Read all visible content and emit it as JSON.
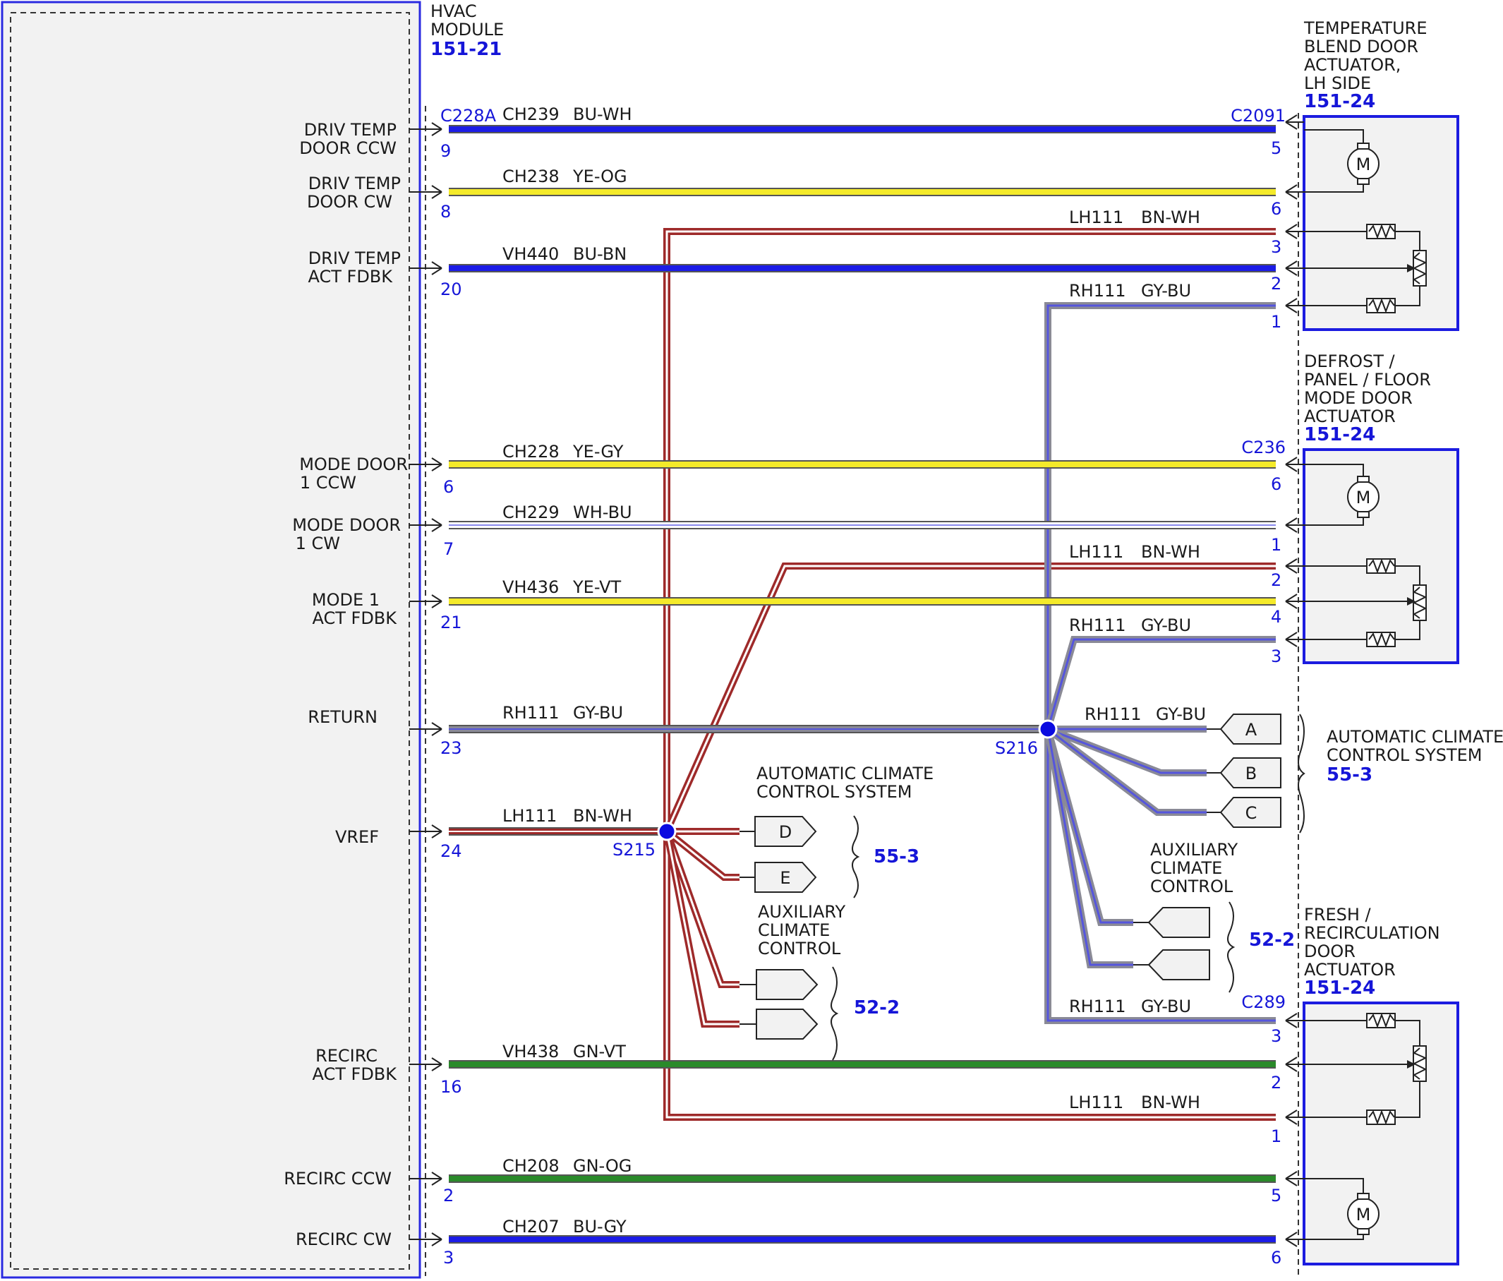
{
  "hvac_module": {
    "name_lines": [
      "HVAC",
      "MODULE"
    ],
    "ref": "151-21",
    "connector": "C228A",
    "pins": [
      {
        "label_lines": [
          "DRIV TEMP",
          "DOOR CCW"
        ],
        "pin": "9"
      },
      {
        "label_lines": [
          "DRIV TEMP",
          "DOOR CW"
        ],
        "pin": "8"
      },
      {
        "label_lines": [
          "DRIV TEMP",
          "ACT FDBK"
        ],
        "pin": "20"
      },
      {
        "label_lines": [
          "MODE DOOR",
          "1 CCW"
        ],
        "pin": "6"
      },
      {
        "label_lines": [
          "MODE DOOR",
          "1 CW"
        ],
        "pin": "7"
      },
      {
        "label_lines": [
          "MODE 1",
          "ACT FDBK"
        ],
        "pin": "21"
      },
      {
        "label_lines": [
          "RETURN"
        ],
        "pin": "23"
      },
      {
        "label_lines": [
          "VREF"
        ],
        "pin": "24"
      },
      {
        "label_lines": [
          "RECIRC",
          "ACT FDBK"
        ],
        "pin": "16"
      },
      {
        "label_lines": [
          "RECIRC CCW"
        ],
        "pin": "2"
      },
      {
        "label_lines": [
          "RECIRC CW"
        ],
        "pin": "3"
      }
    ]
  },
  "wires": [
    {
      "circuit": "CH239",
      "color_code": "BU-WH",
      "wire_color": "#1c1ce6",
      "stripe": "#1c1ce6",
      "from_pin": "9",
      "to_pin": "5"
    },
    {
      "circuit": "CH238",
      "color_code": "YE-OG",
      "wire_color": "#f4ea2a",
      "stripe": "#f4ea2a",
      "from_pin": "8",
      "to_pin": "6"
    },
    {
      "circuit": "VH440",
      "color_code": "BU-BN",
      "wire_color": "#1c1ce6",
      "stripe": "#1c1ce6",
      "from_pin": "20",
      "to_pin": "2"
    },
    {
      "circuit": "CH228",
      "color_code": "YE-GY",
      "wire_color": "#f4ea2a",
      "stripe": "#f4ea2a",
      "from_pin": "6",
      "to_pin": "6"
    },
    {
      "circuit": "CH229",
      "color_code": "WH-BU",
      "wire_color": "#ffffff",
      "stripe": "#8888ee",
      "from_pin": "7",
      "to_pin": "1"
    },
    {
      "circuit": "VH436",
      "color_code": "YE-VT",
      "wire_color": "#f4ea2a",
      "stripe": "#f4ea2a",
      "from_pin": "21",
      "to_pin": "4"
    },
    {
      "circuit": "RH111",
      "color_code": "GY-BU",
      "wire_color": "#8a8a96",
      "stripe": "#5555dd",
      "from_pin": "23",
      "to_pin": ""
    },
    {
      "circuit": "LH111",
      "color_code": "BN-WH",
      "wire_color": "#9e2a2a",
      "stripe": "#ffffff",
      "from_pin": "24",
      "to_pin": ""
    },
    {
      "circuit": "VH438",
      "color_code": "GN-VT",
      "wire_color": "#2a8a2a",
      "stripe": "#2a8a2a",
      "from_pin": "16",
      "to_pin": "2"
    },
    {
      "circuit": "CH208",
      "color_code": "GN-OG",
      "wire_color": "#2a8a2a",
      "stripe": "#2a8a2a",
      "from_pin": "2",
      "to_pin": "5"
    },
    {
      "circuit": "CH207",
      "color_code": "BU-GY",
      "wire_color": "#1c1ce6",
      "stripe": "#1c1ce6",
      "from_pin": "3",
      "to_pin": "6"
    }
  ],
  "branch_labels": [
    {
      "circuit": "LH111",
      "color_code": "BN-WH",
      "to_pin": "3"
    },
    {
      "circuit": "RH111",
      "color_code": "GY-BU",
      "to_pin": "1"
    },
    {
      "circuit": "LH111",
      "color_code": "BN-WH",
      "to_pin": "2"
    },
    {
      "circuit": "RH111",
      "color_code": "GY-BU",
      "to_pin": "3"
    },
    {
      "circuit": "RH111",
      "color_code": "GY-BU",
      "to_pin": ""
    },
    {
      "circuit": "RH111",
      "color_code": "GY-BU",
      "to_pin": "3"
    },
    {
      "circuit": "LH111",
      "color_code": "BN-WH",
      "to_pin": "1"
    }
  ],
  "splices": [
    {
      "id": "S215"
    },
    {
      "id": "S216"
    }
  ],
  "actuators": [
    {
      "name_lines": [
        "TEMPERATURE",
        "BLEND DOOR",
        "ACTUATOR,",
        "LH SIDE"
      ],
      "ref": "151-24",
      "connector": "C2091"
    },
    {
      "name_lines": [
        "DEFROST /",
        "PANEL / FLOOR",
        "MODE DOOR",
        "ACTUATOR"
      ],
      "ref": "151-24",
      "connector": "C236"
    },
    {
      "name_lines": [
        "FRESH /",
        "RECIRCULATION",
        "DOOR",
        "ACTUATOR"
      ],
      "ref": "151-24",
      "connector": "C289"
    }
  ],
  "motor_symbol": "M",
  "system_refs": [
    {
      "name_lines": [
        "AUTOMATIC CLIMATE",
        "CONTROL SYSTEM"
      ],
      "ref": "55-3",
      "connectors": [
        "A",
        "B",
        "C"
      ]
    },
    {
      "name_lines": [
        "AUTOMATIC CLIMATE",
        "CONTROL SYSTEM"
      ],
      "ref": "55-3",
      "connectors": [
        "D",
        "E"
      ]
    },
    {
      "name_lines": [
        "AUXILIARY",
        "CLIMATE",
        "CONTROL"
      ],
      "ref": "52-2",
      "connectors": [
        "",
        ""
      ]
    },
    {
      "name_lines": [
        "AUXILIARY",
        "CLIMATE",
        "CONTROL"
      ],
      "ref": "52-2",
      "connectors": [
        "",
        ""
      ]
    }
  ]
}
